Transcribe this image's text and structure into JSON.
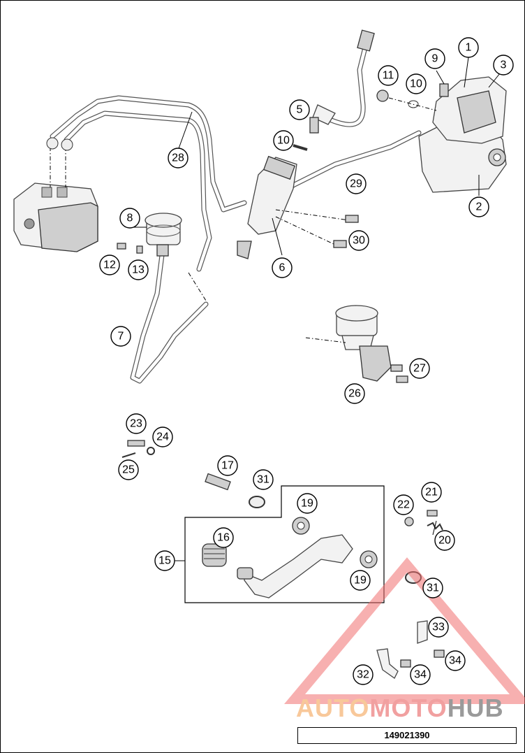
{
  "diagram": {
    "callouts": [
      {
        "id": "c1",
        "label": "1"
      },
      {
        "id": "c2",
        "label": "2"
      },
      {
        "id": "c3",
        "label": "3"
      },
      {
        "id": "c5",
        "label": "5"
      },
      {
        "id": "c6",
        "label": "6"
      },
      {
        "id": "c7",
        "label": "7"
      },
      {
        "id": "c8",
        "label": "8"
      },
      {
        "id": "c9",
        "label": "9"
      },
      {
        "id": "c10a",
        "label": "10"
      },
      {
        "id": "c10b",
        "label": "10"
      },
      {
        "id": "c11",
        "label": "11"
      },
      {
        "id": "c12",
        "label": "12"
      },
      {
        "id": "c13",
        "label": "13"
      },
      {
        "id": "c15",
        "label": "15"
      },
      {
        "id": "c16",
        "label": "16"
      },
      {
        "id": "c17",
        "label": "17"
      },
      {
        "id": "c19a",
        "label": "19"
      },
      {
        "id": "c19b",
        "label": "19"
      },
      {
        "id": "c20",
        "label": "20"
      },
      {
        "id": "c21",
        "label": "21"
      },
      {
        "id": "c22",
        "label": "22"
      },
      {
        "id": "c23",
        "label": "23"
      },
      {
        "id": "c24",
        "label": "24"
      },
      {
        "id": "c25",
        "label": "25"
      },
      {
        "id": "c26",
        "label": "26"
      },
      {
        "id": "c27",
        "label": "27"
      },
      {
        "id": "c28",
        "label": "28"
      },
      {
        "id": "c29",
        "label": "29"
      },
      {
        "id": "c30",
        "label": "30"
      },
      {
        "id": "c31a",
        "label": "31"
      },
      {
        "id": "c31b",
        "label": "31"
      },
      {
        "id": "c32",
        "label": "32"
      },
      {
        "id": "c33",
        "label": "33"
      },
      {
        "id": "c34a",
        "label": "34"
      },
      {
        "id": "c34b",
        "label": "34"
      }
    ],
    "watermark": {
      "part1": "AUTO",
      "part2": "MOTO",
      "part3": "HUB",
      "color1": "#f8c89a",
      "color2": "#f1a0a0",
      "color3": "#9a9a9a",
      "triangle_color": "#f07070"
    },
    "document_number": "149021390"
  }
}
